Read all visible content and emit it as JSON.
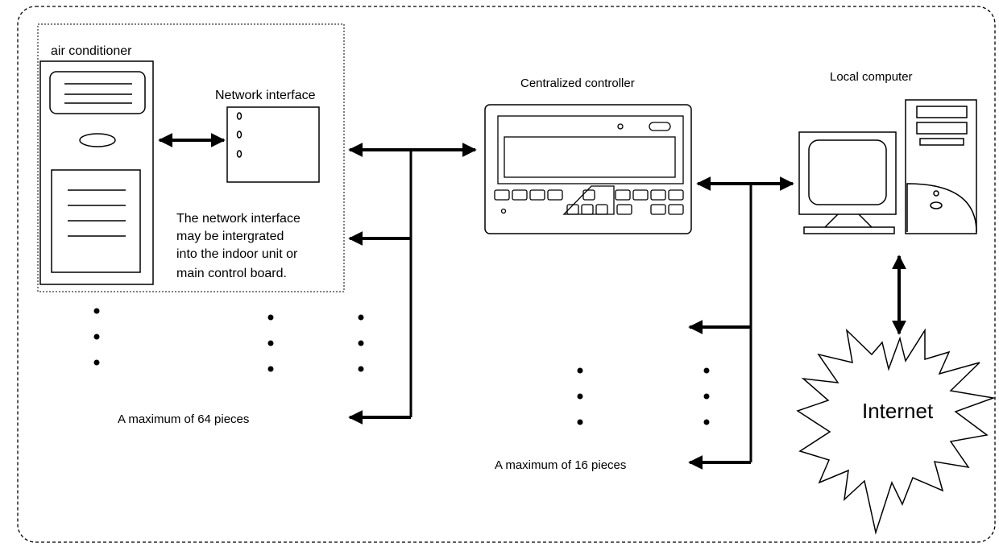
{
  "labels": {
    "air_conditioner": "air conditioner",
    "network_interface": "Network interface",
    "centralized_controller": "Centralized controller",
    "local_computer": "Local computer",
    "internet": "Internet",
    "max_64": "A maximum of 64 pieces",
    "max_16": "A maximum of 16 pieces"
  },
  "note_lines": [
    "The network interface",
    "may be intergrated",
    "into the indoor unit or",
    "main control board."
  ]
}
